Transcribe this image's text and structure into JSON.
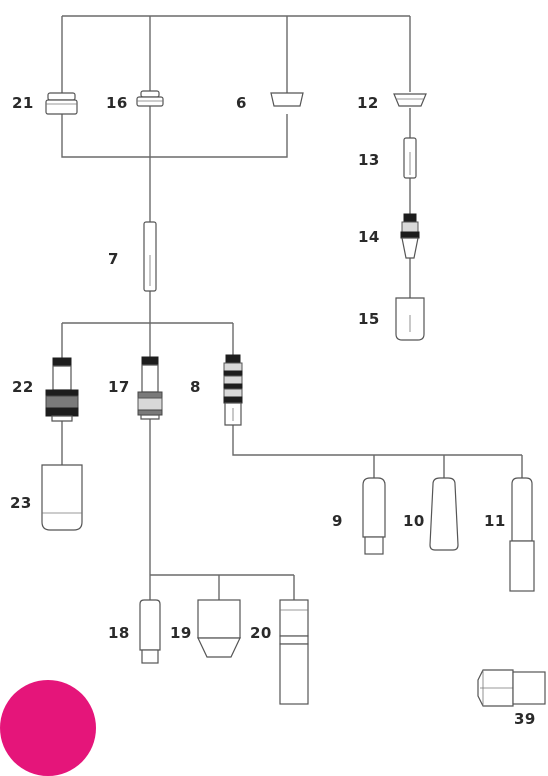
{
  "diagram": {
    "parts": [
      {
        "id": "21",
        "label": "21"
      },
      {
        "id": "16",
        "label": "16"
      },
      {
        "id": "6",
        "label": "6"
      },
      {
        "id": "12",
        "label": "12"
      },
      {
        "id": "13",
        "label": "13"
      },
      {
        "id": "14",
        "label": "14"
      },
      {
        "id": "15",
        "label": "15"
      },
      {
        "id": "7",
        "label": "7"
      },
      {
        "id": "22",
        "label": "22"
      },
      {
        "id": "17",
        "label": "17"
      },
      {
        "id": "8",
        "label": "8"
      },
      {
        "id": "23",
        "label": "23"
      },
      {
        "id": "9",
        "label": "9"
      },
      {
        "id": "10",
        "label": "10"
      },
      {
        "id": "11",
        "label": "11"
      },
      {
        "id": "18",
        "label": "18"
      },
      {
        "id": "19",
        "label": "19"
      },
      {
        "id": "20",
        "label": "20"
      },
      {
        "id": "39",
        "label": "39"
      }
    ],
    "colors": {
      "brand_circle": "#e5157a",
      "lines": "#6a6a6a",
      "dark_part": "#1d1d1d"
    }
  }
}
